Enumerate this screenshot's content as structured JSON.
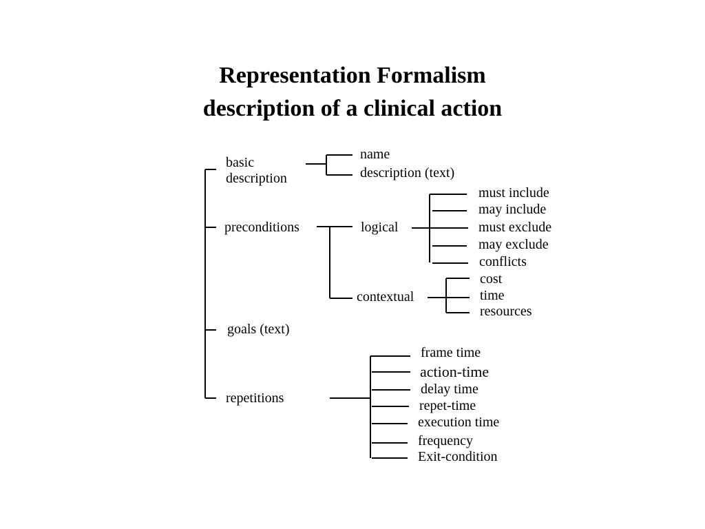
{
  "title": {
    "line1": "Representation Formalism",
    "line2": "description of a clinical action"
  },
  "tree": {
    "basic_description": {
      "label": "basic description",
      "line1": "basic",
      "line2": "description",
      "children": [
        "name",
        "description (text)"
      ]
    },
    "preconditions": {
      "label": "preconditions",
      "logical": {
        "label": "logical",
        "children": [
          "must include",
          "may include",
          "must exclude",
          "may exclude",
          "conflicts"
        ]
      },
      "contextual": {
        "label": "contextual",
        "children": [
          "cost",
          "time",
          "resources"
        ]
      }
    },
    "goals": {
      "label": "goals (text)"
    },
    "repetitions": {
      "label": "repetitions",
      "children": [
        "frame time",
        "action-time",
        "delay time",
        "repet-time",
        "execution time",
        "frequency",
        "Exit-condition"
      ]
    }
  }
}
